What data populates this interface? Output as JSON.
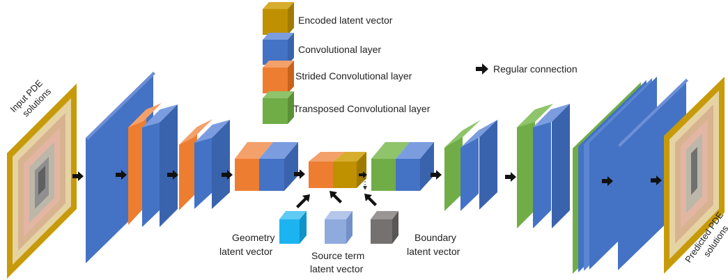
{
  "legend": {
    "encoded": "Encoded latent vector",
    "conv": "Convolutional layer",
    "strided": "Strided Convolutional layer",
    "transposed": "Transposed Convolutional layer",
    "regular": "Regular connection"
  },
  "input_label": {
    "line1": "Input PDE",
    "line2": "solutions"
  },
  "output_label": {
    "line1": "Predicted PDE",
    "line2": "solutions"
  },
  "latent": {
    "geometry": {
      "line1": "Geometry",
      "line2": "latent vector"
    },
    "source": {
      "line1": "Source term",
      "line2": "latent vector"
    },
    "boundary": {
      "line1": "Boundary",
      "line2": "latent vector"
    }
  },
  "colors": {
    "encoded": "#bf9000",
    "conv": "#4472c4",
    "strided": "#ed7d31",
    "transposed": "#70ad47",
    "geometry": "#1cb4f0",
    "source": "#8faadc",
    "boundary": "#767171",
    "grid_frame": "#c79a0a"
  }
}
